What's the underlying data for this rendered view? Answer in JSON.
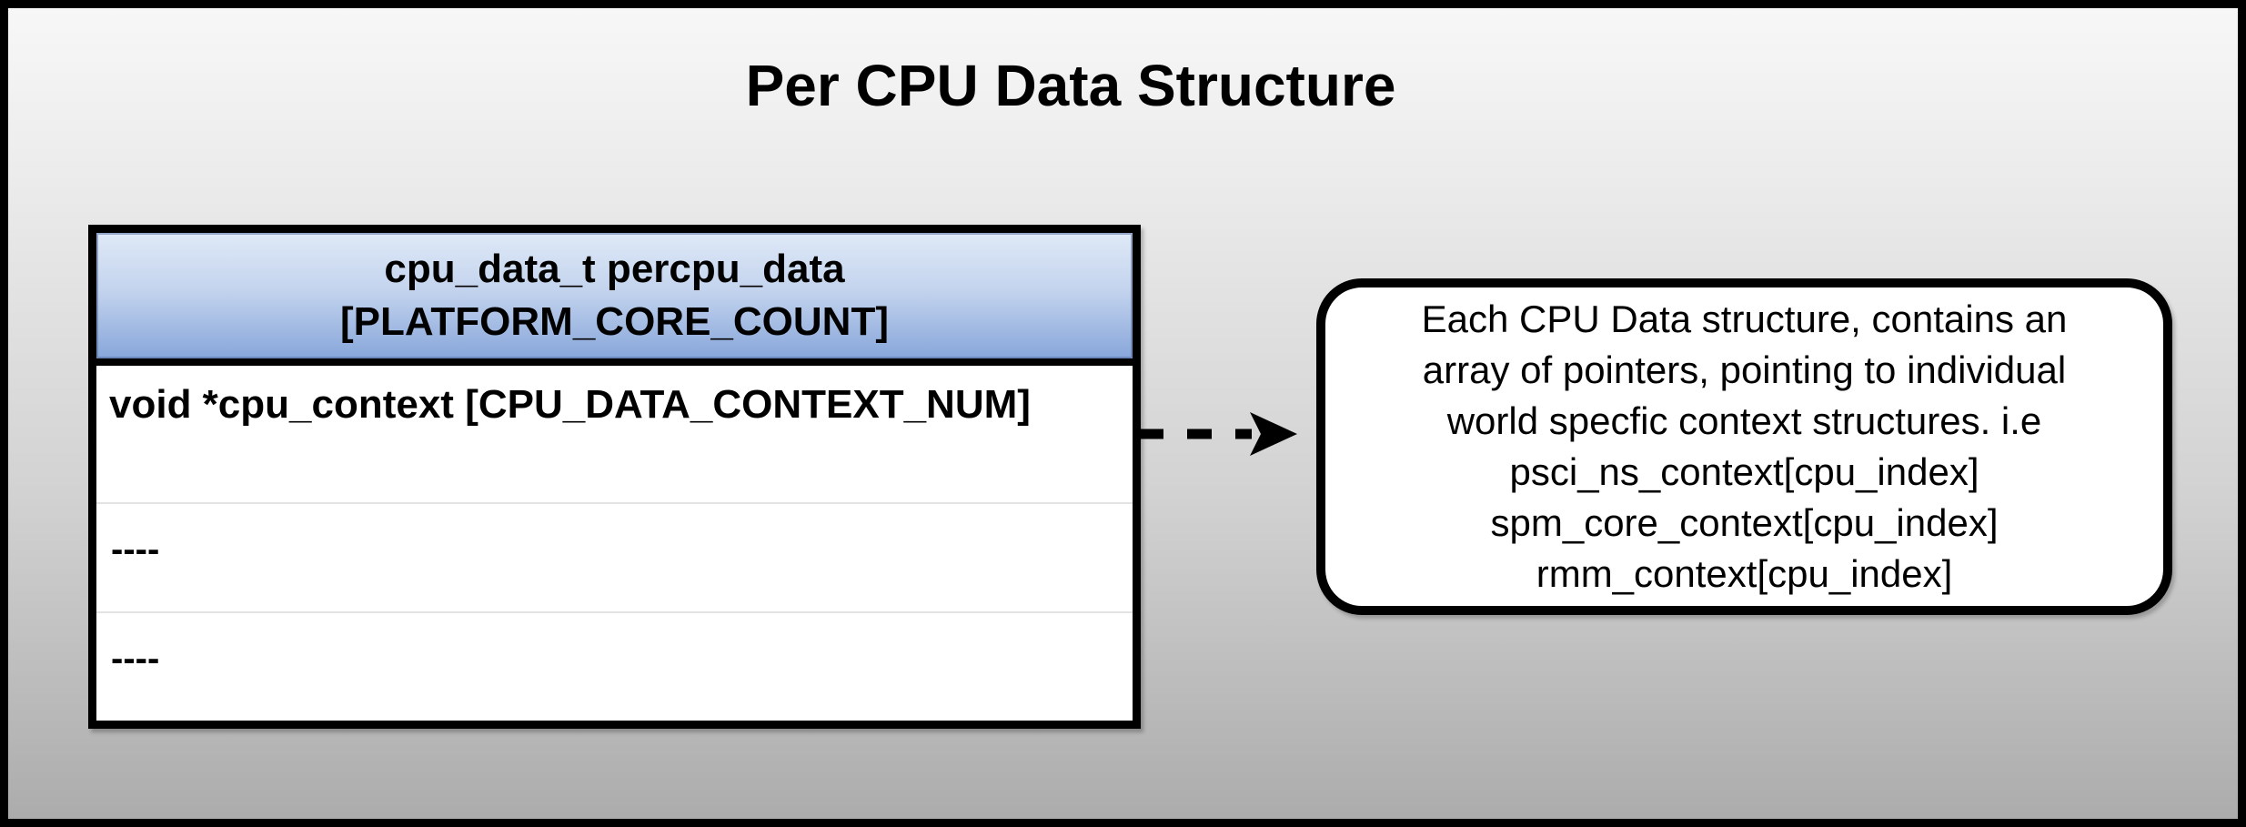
{
  "title": "Per CPU Data Structure",
  "struct_table": {
    "header_line1": "cpu_data_t percpu_data",
    "header_line2": "[PLATFORM_CORE_COUNT]",
    "rows": [
      {
        "text": "void *cpu_context [CPU_DATA_CONTEXT_NUM]"
      },
      {
        "text": "----"
      },
      {
        "text": "----"
      }
    ]
  },
  "annotation": {
    "lines": [
      "Each CPU Data structure, contains an",
      "array of pointers, pointing to individual",
      "world specfic context structures. i.e",
      "psci_ns_context[cpu_index]",
      "spm_core_context[cpu_index]",
      "rmm_context[cpu_index]"
    ]
  },
  "icons": {
    "arrow": "dashed-right-arrow-icon"
  },
  "colors": {
    "header_blue_top": "#dfe9f7",
    "header_blue_bottom": "#87a6da",
    "background_top": "#f7f7f7",
    "background_bottom": "#acacac",
    "border_black": "#000000",
    "row_divider": "#e3e3e3",
    "text": "#000000"
  }
}
